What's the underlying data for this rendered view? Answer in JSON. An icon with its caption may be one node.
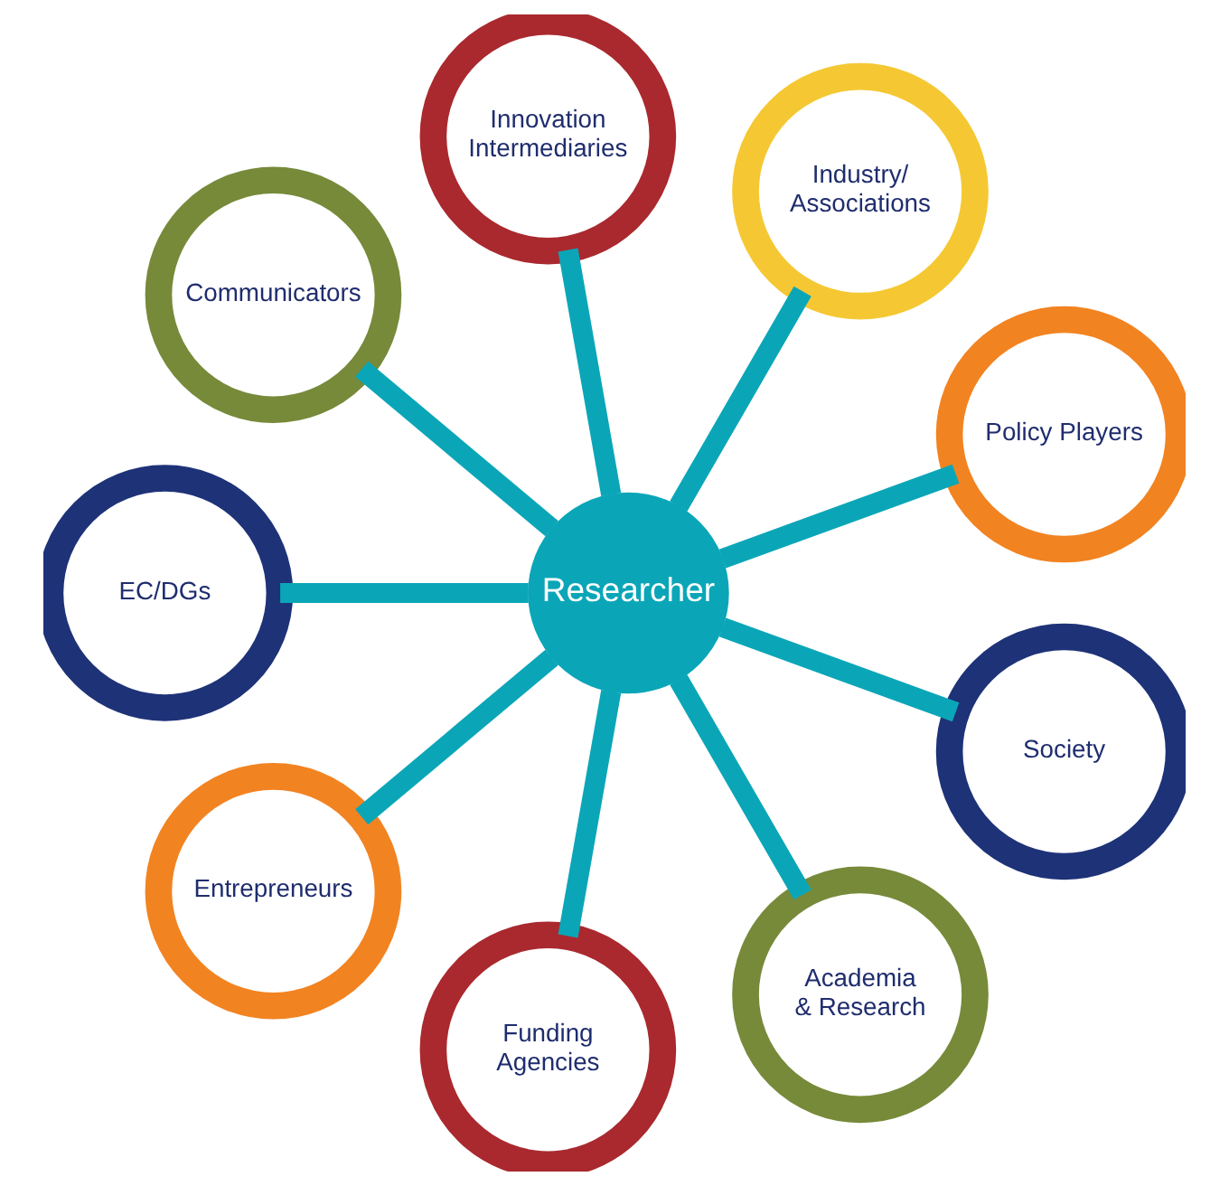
{
  "diagram": {
    "nodes": [
      {
        "text": [
          "Researcher"
        ]
      },
      {
        "text": [
          "Policy Players"
        ]
      },
      {
        "text": [
          "Industry/ Associations"
        ]
      },
      {
        "text": [
          "Innovation Intermediaries"
        ]
      },
      {
        "text": [
          "Communicators"
        ]
      },
      {
        "text": [
          "EC/DGs"
        ]
      },
      {
        "text": [
          "Entrepreneurs"
        ]
      },
      {
        "text": [
          "Funding Agencies"
        ]
      },
      {
        "text": [
          "Academia & Research"
        ]
      },
      {
        "text": [
          "Society"
        ]
      }
    ],
    "edges": [
      {
        "from": 0,
        "to": 1,
        "arrow": "none"
      },
      {
        "from": 0,
        "to": 2,
        "arrow": "none"
      },
      {
        "from": 0,
        "to": 3,
        "arrow": "none"
      },
      {
        "from": 0,
        "to": 4,
        "arrow": "none"
      },
      {
        "from": 0,
        "to": 5,
        "arrow": "none"
      },
      {
        "from": 0,
        "to": 6,
        "arrow": "none"
      },
      {
        "from": 0,
        "to": 7,
        "arrow": "none"
      },
      {
        "from": 0,
        "to": 8,
        "arrow": "none"
      },
      {
        "from": 0,
        "to": 9,
        "arrow": "none"
      }
    ]
  }
}
